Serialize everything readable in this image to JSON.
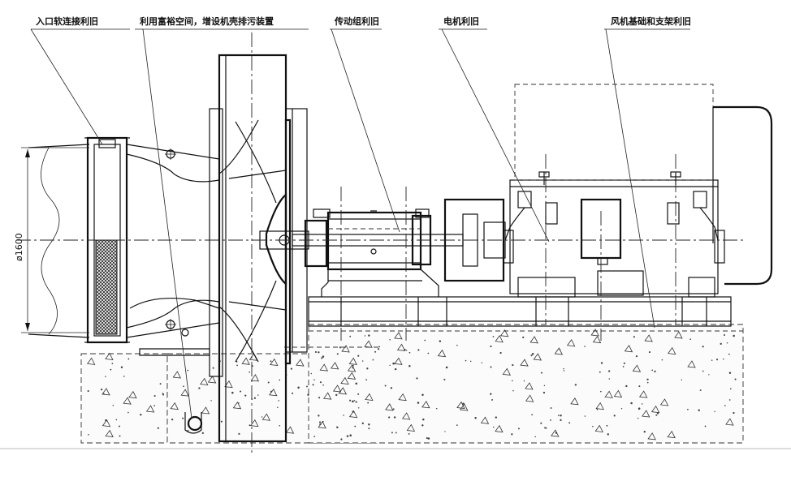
{
  "labels": {
    "inlet_soft_connection": "入口软连接利旧",
    "volute_space_device": "利用富裕空间，增设机壳排污装置",
    "transmission_group": "传动组利旧",
    "motor": "电机利旧",
    "fan_foundation_bracket": "风机基础和支架利旧"
  },
  "dimension": {
    "diameter": "ø1600"
  }
}
